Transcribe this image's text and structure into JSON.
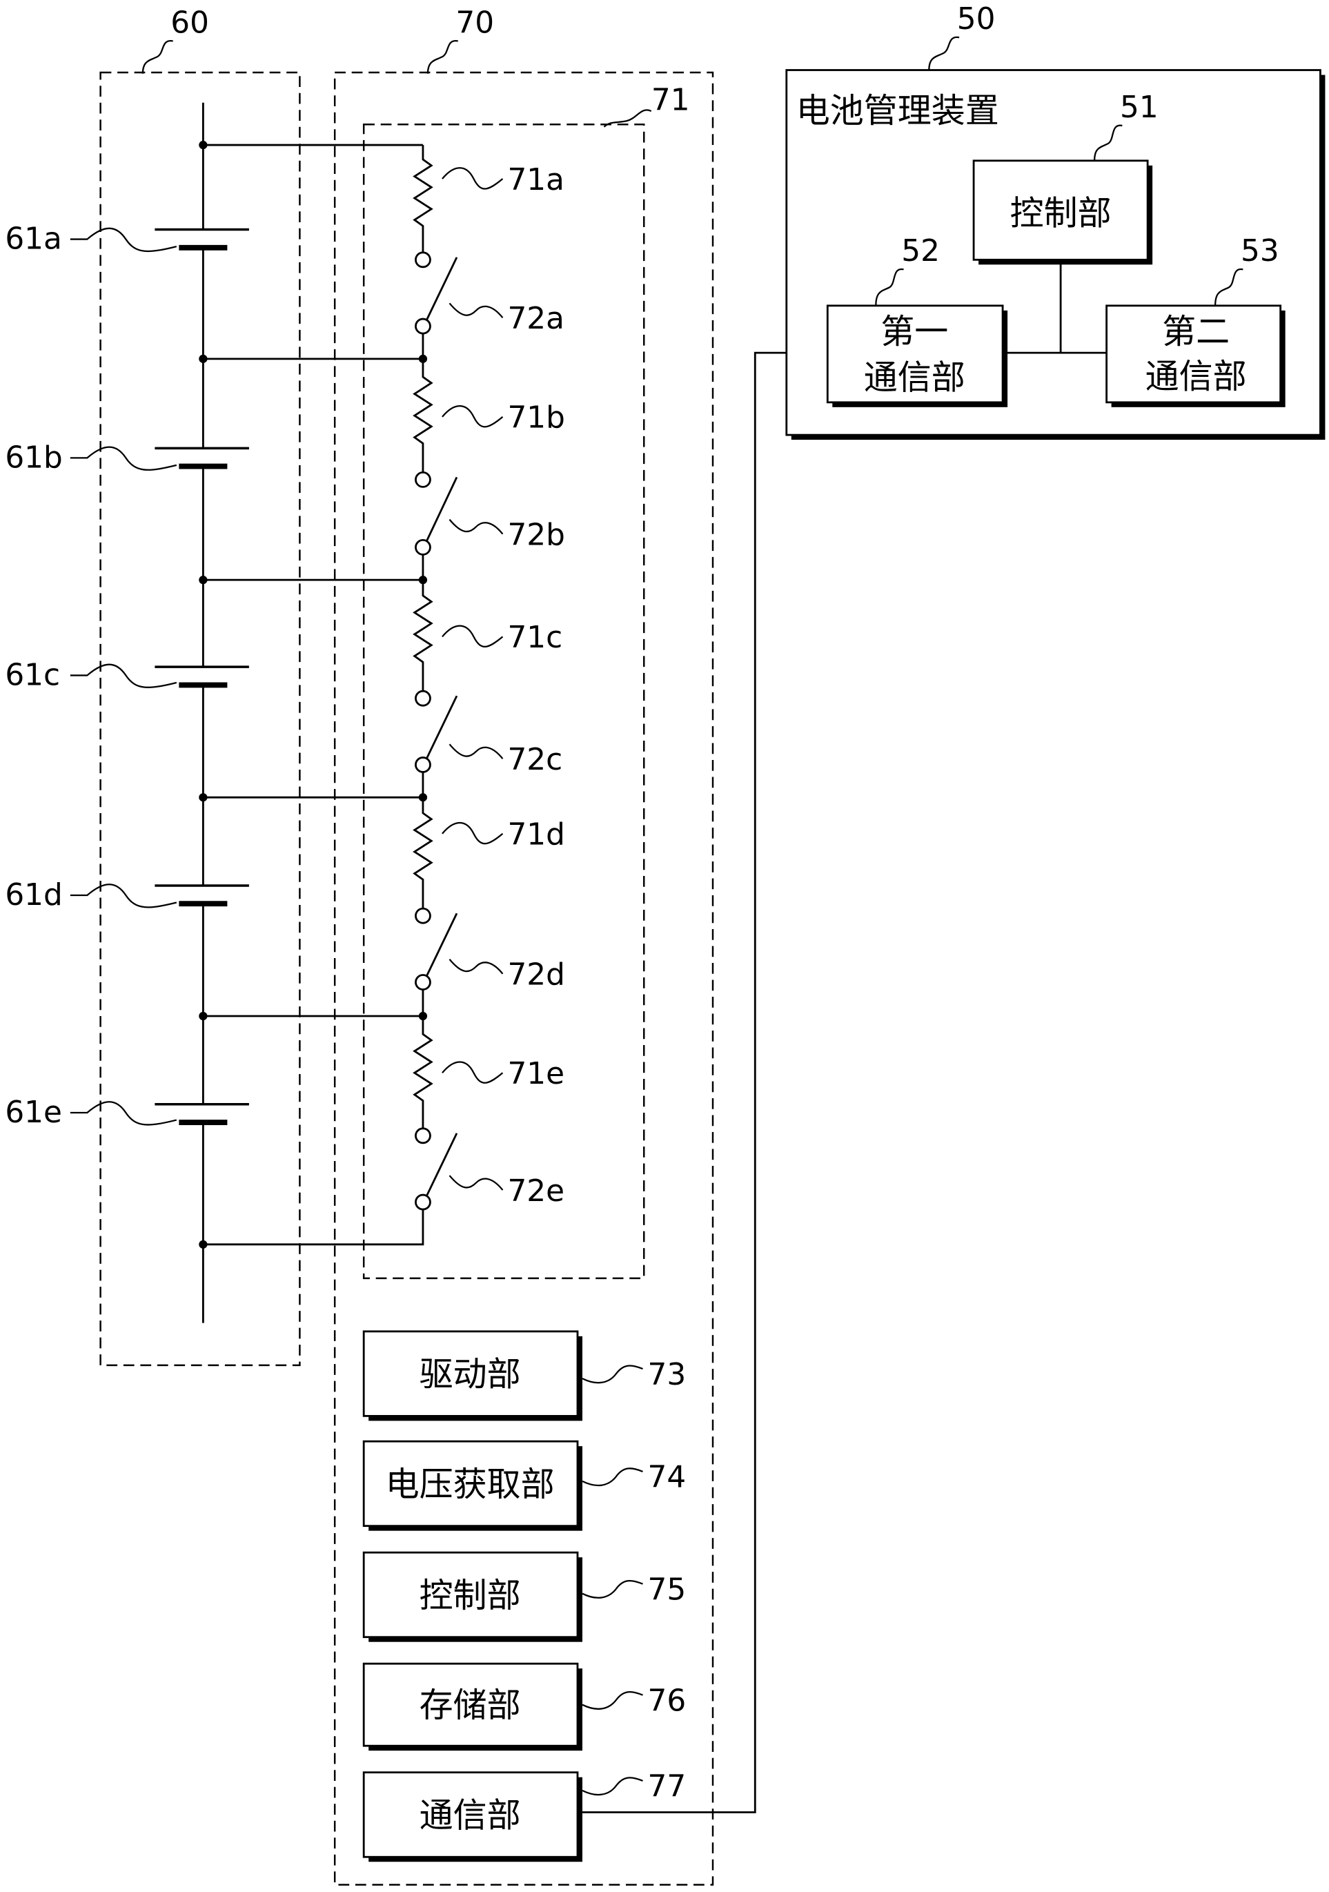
{
  "battery_pack": {
    "ref": "60",
    "cells": [
      "61a",
      "61b",
      "61c",
      "61d",
      "61e"
    ]
  },
  "balancing_device": {
    "ref": "70",
    "circuit": {
      "ref": "71",
      "resistors": [
        "71a",
        "71b",
        "71c",
        "71d",
        "71e"
      ],
      "switches": [
        "72a",
        "72b",
        "72c",
        "72d",
        "72e"
      ]
    },
    "units": [
      {
        "ref": "73",
        "label": "驱动部"
      },
      {
        "ref": "74",
        "label": "电压获取部"
      },
      {
        "ref": "75",
        "label": "控制部"
      },
      {
        "ref": "76",
        "label": "存储部"
      },
      {
        "ref": "77",
        "label": "通信部"
      }
    ]
  },
  "management_device": {
    "ref": "50",
    "title": "电池管理装置",
    "control_unit": {
      "ref": "51",
      "label": "控制部"
    },
    "first_comm_unit": {
      "ref": "52",
      "line1": "第一",
      "line2": "通信部"
    },
    "second_comm_unit": {
      "ref": "53",
      "line1": "第二",
      "line2": "通信部"
    }
  }
}
